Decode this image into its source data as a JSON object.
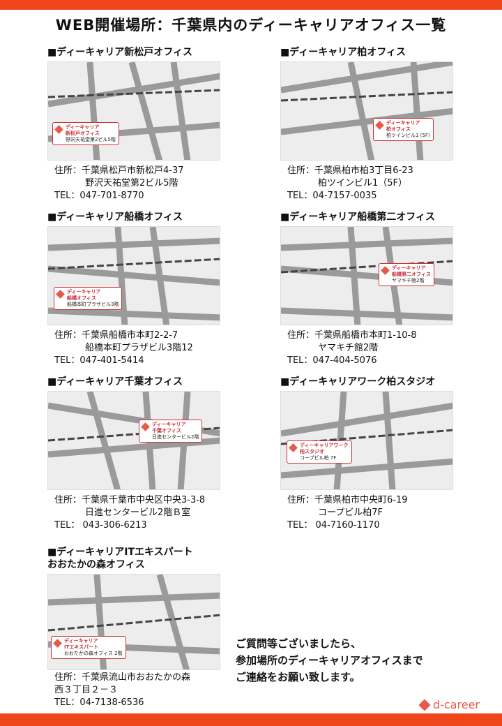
{
  "title": "WEB開催場所：千葉県内のディーキャリアオフィス一覧",
  "offices": [
    {
      "heading": "■ディーキャリア新松戸オフィス",
      "callout": [
        "ディーキャリア",
        "新松戸オフィス",
        "野沢天祐堂第2ビル5階"
      ],
      "addr1": "住所：千葉県松戸市新松戸4-37",
      "addr2": "野沢天祐堂第2ビル5階",
      "tel": "TEL：047-701-8770"
    },
    {
      "heading": "■ディーキャリア柏オフィス",
      "callout": [
        "ディーキャリア",
        "柏オフィス",
        "柏ツインビル1 (5F)"
      ],
      "addr1": "住所：千葉県柏市柏3丁目6-23",
      "addr2": "柏ツインビル1（5F）",
      "tel": "TEL：04-7157-0035"
    },
    {
      "heading": "■ディーキャリア船橋オフィス",
      "callout": [
        "ディーキャリア",
        "船橋オフィス",
        "船橋本町プラザビル3階"
      ],
      "addr1": "住所：千葉県船橋市本町2-2-7",
      "addr2": "船橋本町プラザビル3階12",
      "tel": "TEL：047-401-5414"
    },
    {
      "heading": "■ディーキャリア船橋第二オフィス",
      "callout": [
        "ディーキャリア",
        "船橋第二オフィス",
        "ヤマキチ館2階"
      ],
      "addr1": "住所：千葉県船橋市本町1-10-8",
      "addr2": "ヤマキチ館2階",
      "tel": "TEL：047-404-5076"
    },
    {
      "heading": "■ディーキャリア千葉オフィス",
      "callout": [
        "ディーキャリア",
        "千葉オフィス",
        "日進センタービル2階"
      ],
      "addr1": "住所：千葉県千葉市中央区中央3-3-8",
      "addr2": "日進センタービル2階Ｂ室",
      "tel": "TEL： 043-306-6213"
    },
    {
      "heading": "■ディーキャリアワーク柏スタジオ",
      "callout": [
        "ディーキャリアワーク",
        "柏スタジオ",
        "コープビル柏 7F"
      ],
      "addr1": "住所：千葉県柏市中央町6-19",
      "addr2": "コープビル柏7F",
      "tel": "TEL： 04-7160-1170"
    },
    {
      "heading": "■ディーキャリアITエキスパート",
      "heading2": "おおたかの森オフィス",
      "callout": [
        "ディーキャリア",
        "ITエキスパート",
        "おおたかの森オフィス 2階"
      ],
      "addr1": "住所：千葉県流山市おおたかの森",
      "addr2": "西３丁目２－３",
      "tel": "TEL：04-7138-6536"
    }
  ],
  "note": [
    "ご質問等ございましたら、",
    "参加場所のディーキャリアオフィスまで",
    "ご連絡をお願い致します。"
  ],
  "logo": "d-career"
}
